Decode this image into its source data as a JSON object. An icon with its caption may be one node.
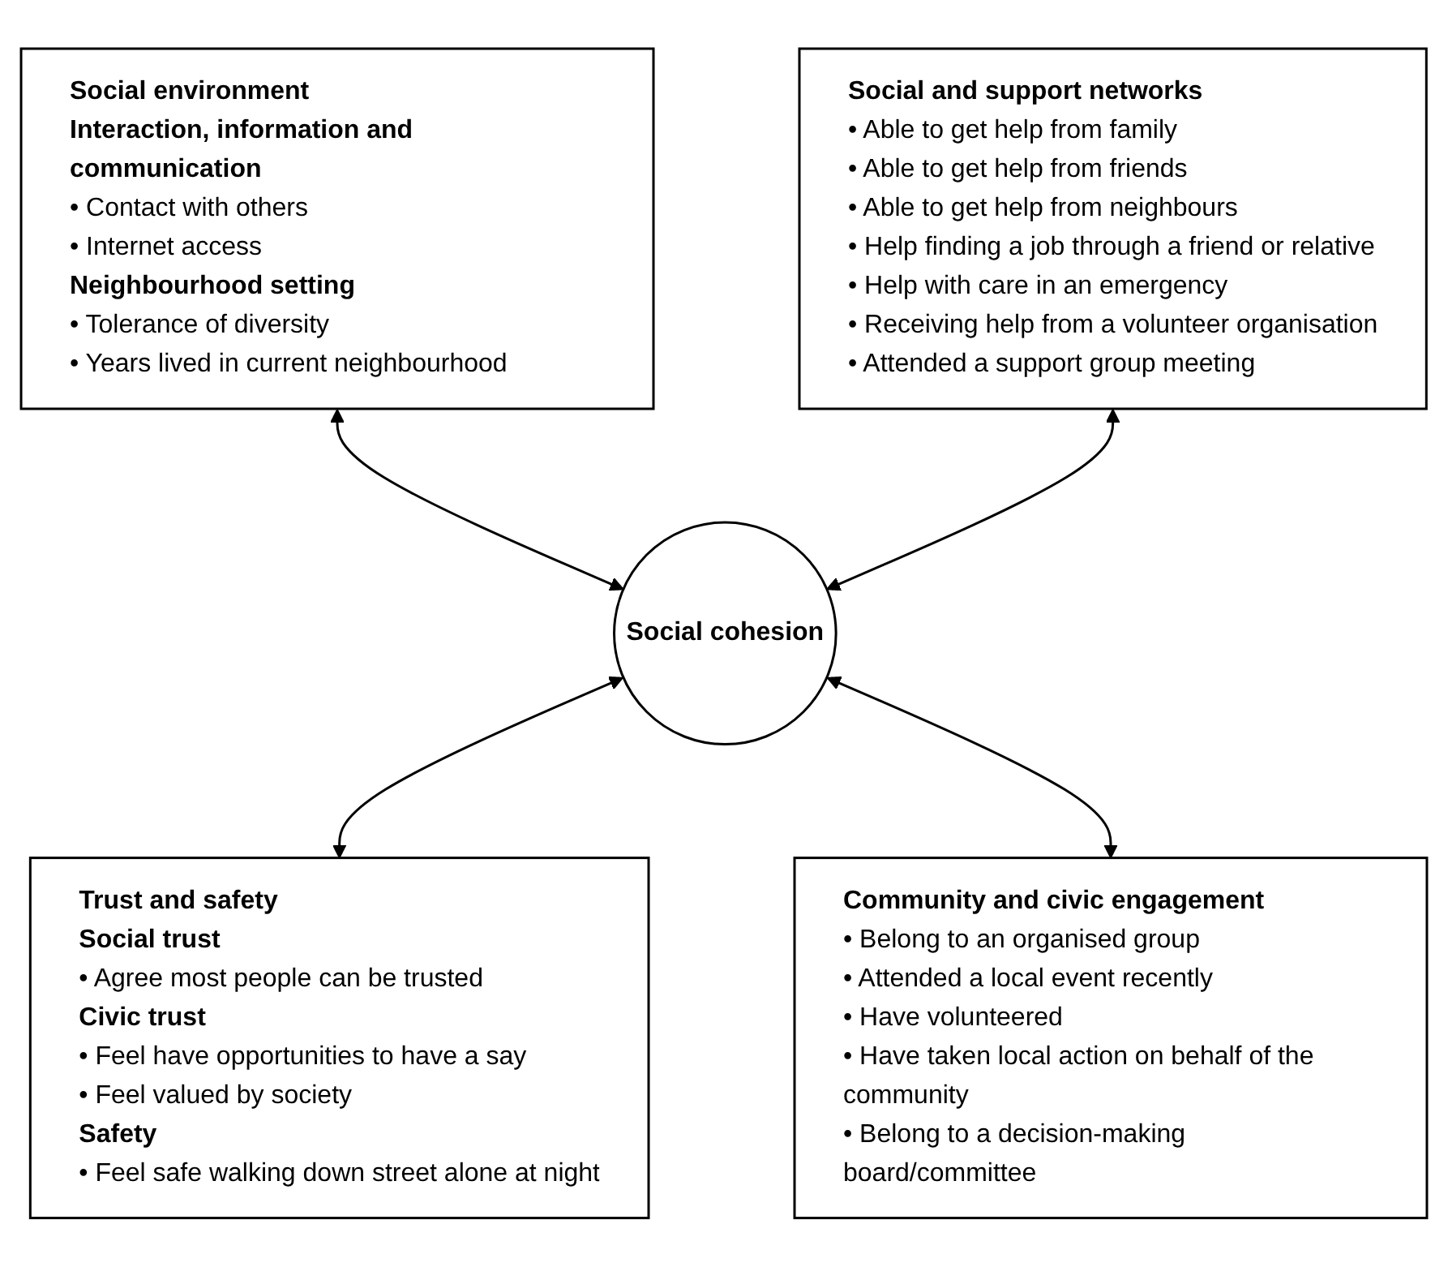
{
  "diagram": {
    "nodes": [
      {
        "text": [
          "Social environment",
          "Interaction, information and communication",
          "• Contact with others",
          "• Internet access",
          "Neighbourhood setting",
          "• Tolerance of diversity",
          "• Years lived in current neighbourhood"
        ]
      },
      {
        "text": [
          "Social and support networks",
          "• Able to get help from family",
          "• Able to get help from friends",
          "• Able to get help from neighbours",
          "• Help finding a job through a friend or relative",
          "• Help with care in an emergency",
          "• Receiving help from a volunteer organisation",
          "• Attended a support group meeting"
        ]
      },
      {
        "text": [
          "Social cohesion"
        ]
      },
      {
        "text": [
          "Trust and safety",
          "Social trust",
          "• Agree most people can be trusted",
          "Civic trust",
          "• Feel have opportunities to have a say",
          "• Feel valued by society",
          "Safety",
          "• Feel safe walking down street alone at night"
        ]
      },
      {
        "text": [
          "Community and civic engagement",
          "• Belong to an organised group",
          "• Attended a local event recently",
          "• Have volunteered",
          "• Have taken local action on behalf of the community",
          "• Belong to a decision-making board/committee"
        ]
      }
    ],
    "edges": [
      {
        "from": 0,
        "to": 2,
        "arrow": "both"
      },
      {
        "from": 1,
        "to": 2,
        "arrow": "both"
      },
      {
        "from": 2,
        "to": 3,
        "arrow": "both"
      },
      {
        "from": 2,
        "to": 4,
        "arrow": "both"
      }
    ]
  }
}
